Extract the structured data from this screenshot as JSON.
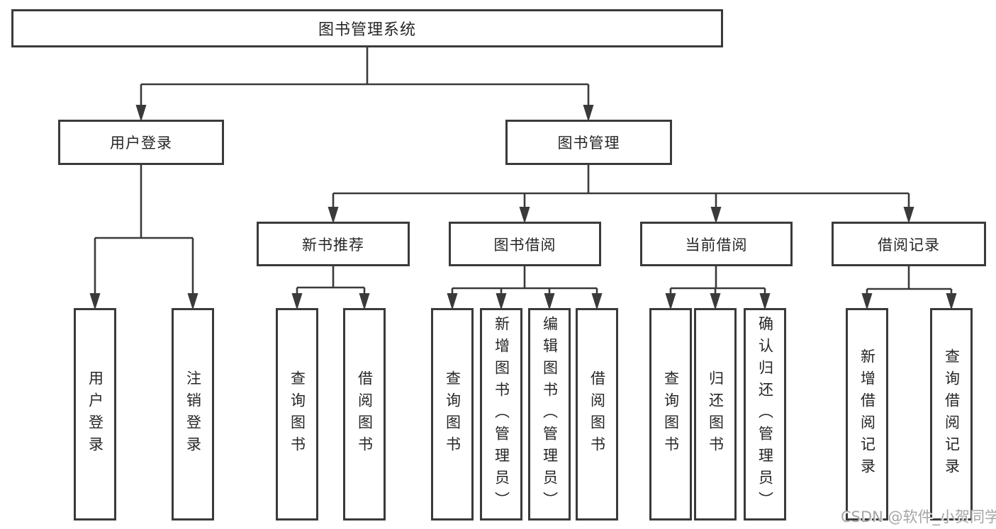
{
  "diagram": {
    "type": "hierarchy-tree",
    "root": {
      "label": "图书管理系统",
      "children": [
        {
          "label": "用户登录",
          "children": [
            {
              "label": "用户登录"
            },
            {
              "label": "注销登录"
            }
          ]
        },
        {
          "label": "图书管理",
          "children": [
            {
              "label": "新书推荐",
              "children": [
                {
                  "label": "查询图书"
                },
                {
                  "label": "借阅图书"
                }
              ]
            },
            {
              "label": "图书借阅",
              "children": [
                {
                  "label": "查询图书"
                },
                {
                  "label": "新增图书（管理员）"
                },
                {
                  "label": "编辑图书（管理员）"
                },
                {
                  "label": "借阅图书"
                }
              ]
            },
            {
              "label": "当前借阅",
              "children": [
                {
                  "label": "查询图书"
                },
                {
                  "label": "归还图书"
                },
                {
                  "label": "确认归还（管理员）"
                }
              ]
            },
            {
              "label": "借阅记录",
              "children": [
                {
                  "label": "新增借阅记录"
                },
                {
                  "label": "查询借阅记录"
                }
              ]
            }
          ]
        }
      ]
    }
  },
  "watermark": {
    "text": "CSDN @软件_小贺同学"
  },
  "colors": {
    "background": "#ffffff",
    "box_fill": "#ffffff",
    "box_border": "#3a3a3a",
    "connector_line": "#3a3a3a",
    "text": "#262626",
    "watermark_text": "#a5a5a5"
  }
}
